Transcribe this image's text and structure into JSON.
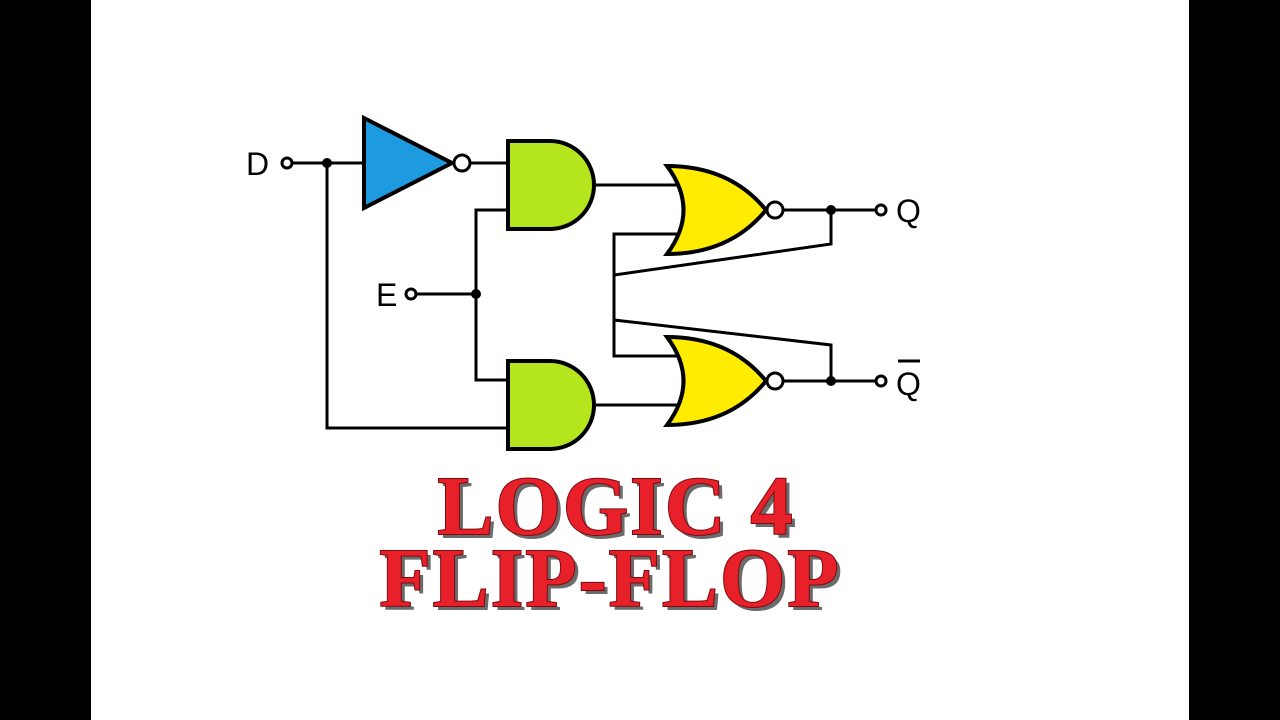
{
  "diagram": {
    "inputs": {
      "d": "D",
      "e": "E"
    },
    "outputs": {
      "q": "Q",
      "q_bar": "Q"
    }
  },
  "title": {
    "line1": "LOGIC 4",
    "line2": "FLIP-FLOP"
  },
  "colors": {
    "not_gate": "#1e9be0",
    "and_gate": "#b5e51d",
    "nor_gate": "#ffec00",
    "title": "#e8202a",
    "wire": "#000000",
    "letterbox": "#000000"
  }
}
